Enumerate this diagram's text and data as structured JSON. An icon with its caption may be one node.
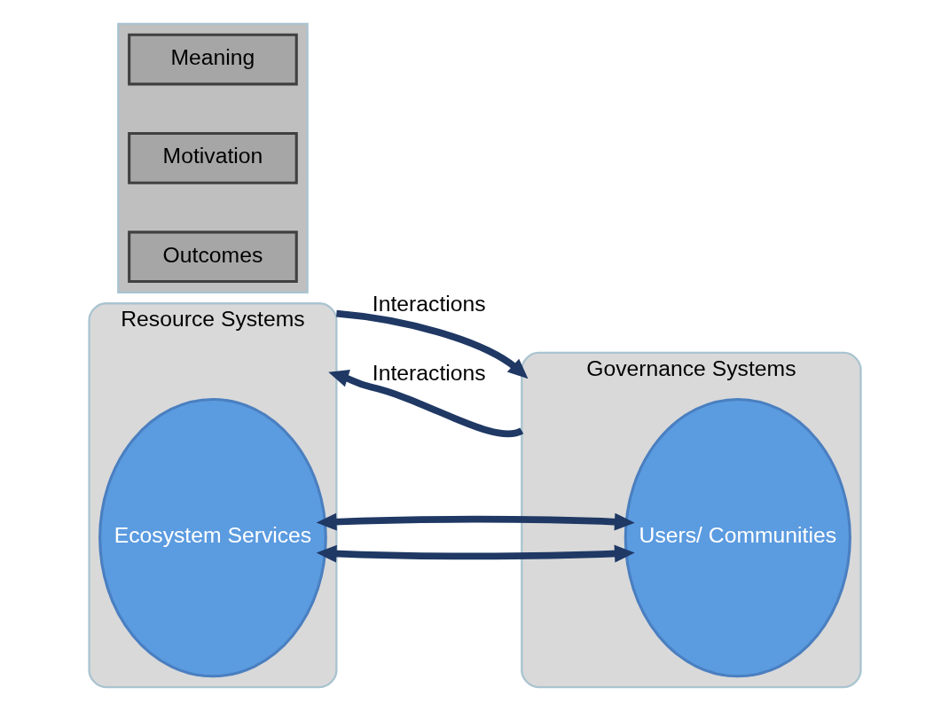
{
  "diagram": {
    "nodes": [
      {
        "text": [
          "Resource Systems"
        ]
      },
      {
        "text": [
          "Ecosystem Services"
        ],
        "in": 0
      },
      {
        "text": [
          "Governance Systems"
        ]
      },
      {
        "text": [
          "Users/ Communities"
        ],
        "in": 2
      },
      {
        "text": [],
        "shape": "box"
      },
      {
        "text": [
          "Meaning"
        ],
        "in": 4
      },
      {
        "text": [
          "Motivation"
        ],
        "in": 4
      },
      {
        "text": [
          "Outcomes"
        ],
        "in": 4
      }
    ],
    "edges": [
      {
        "from": 0,
        "to": 2,
        "arrow": "to",
        "label": "Interactions"
      },
      {
        "from": 1,
        "to": 3,
        "arrow": "both"
      },
      {
        "from": 1,
        "to": 3,
        "arrow": "both"
      },
      {
        "from": 2,
        "to": 0,
        "arrow": "to",
        "label": "Interactions"
      }
    ]
  }
}
